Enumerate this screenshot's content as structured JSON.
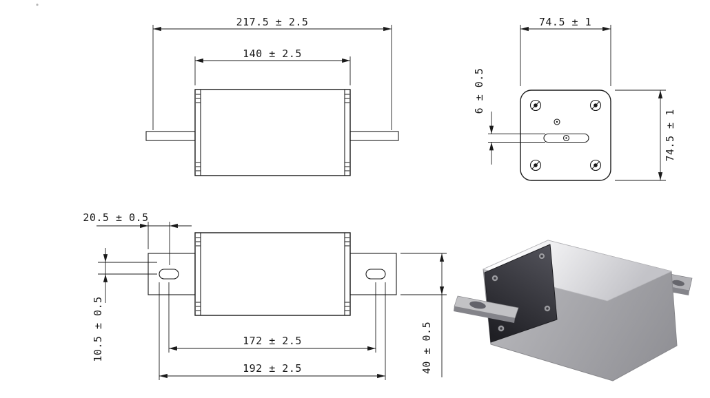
{
  "drawing": {
    "background": "#ffffff",
    "line_color": "#1a1a1a",
    "views": {
      "side": {
        "dim_overall_length": "217.5 ± 2.5",
        "dim_body_length": "140 ± 2.5"
      },
      "end": {
        "dim_width": "74.5 ± 1",
        "dim_height": "74.5 ± 1",
        "dim_slot_height": "6 ± 0.5"
      },
      "top": {
        "dim_edge_to_hole": "20.5 ± 0.5",
        "dim_hole_offset": "10.5 ± 0.5",
        "dim_hole_spacing": "172 ± 2.5",
        "dim_mounting_span": "192 ± 2.5",
        "dim_tab_width": "40 ± 0.5"
      }
    }
  }
}
